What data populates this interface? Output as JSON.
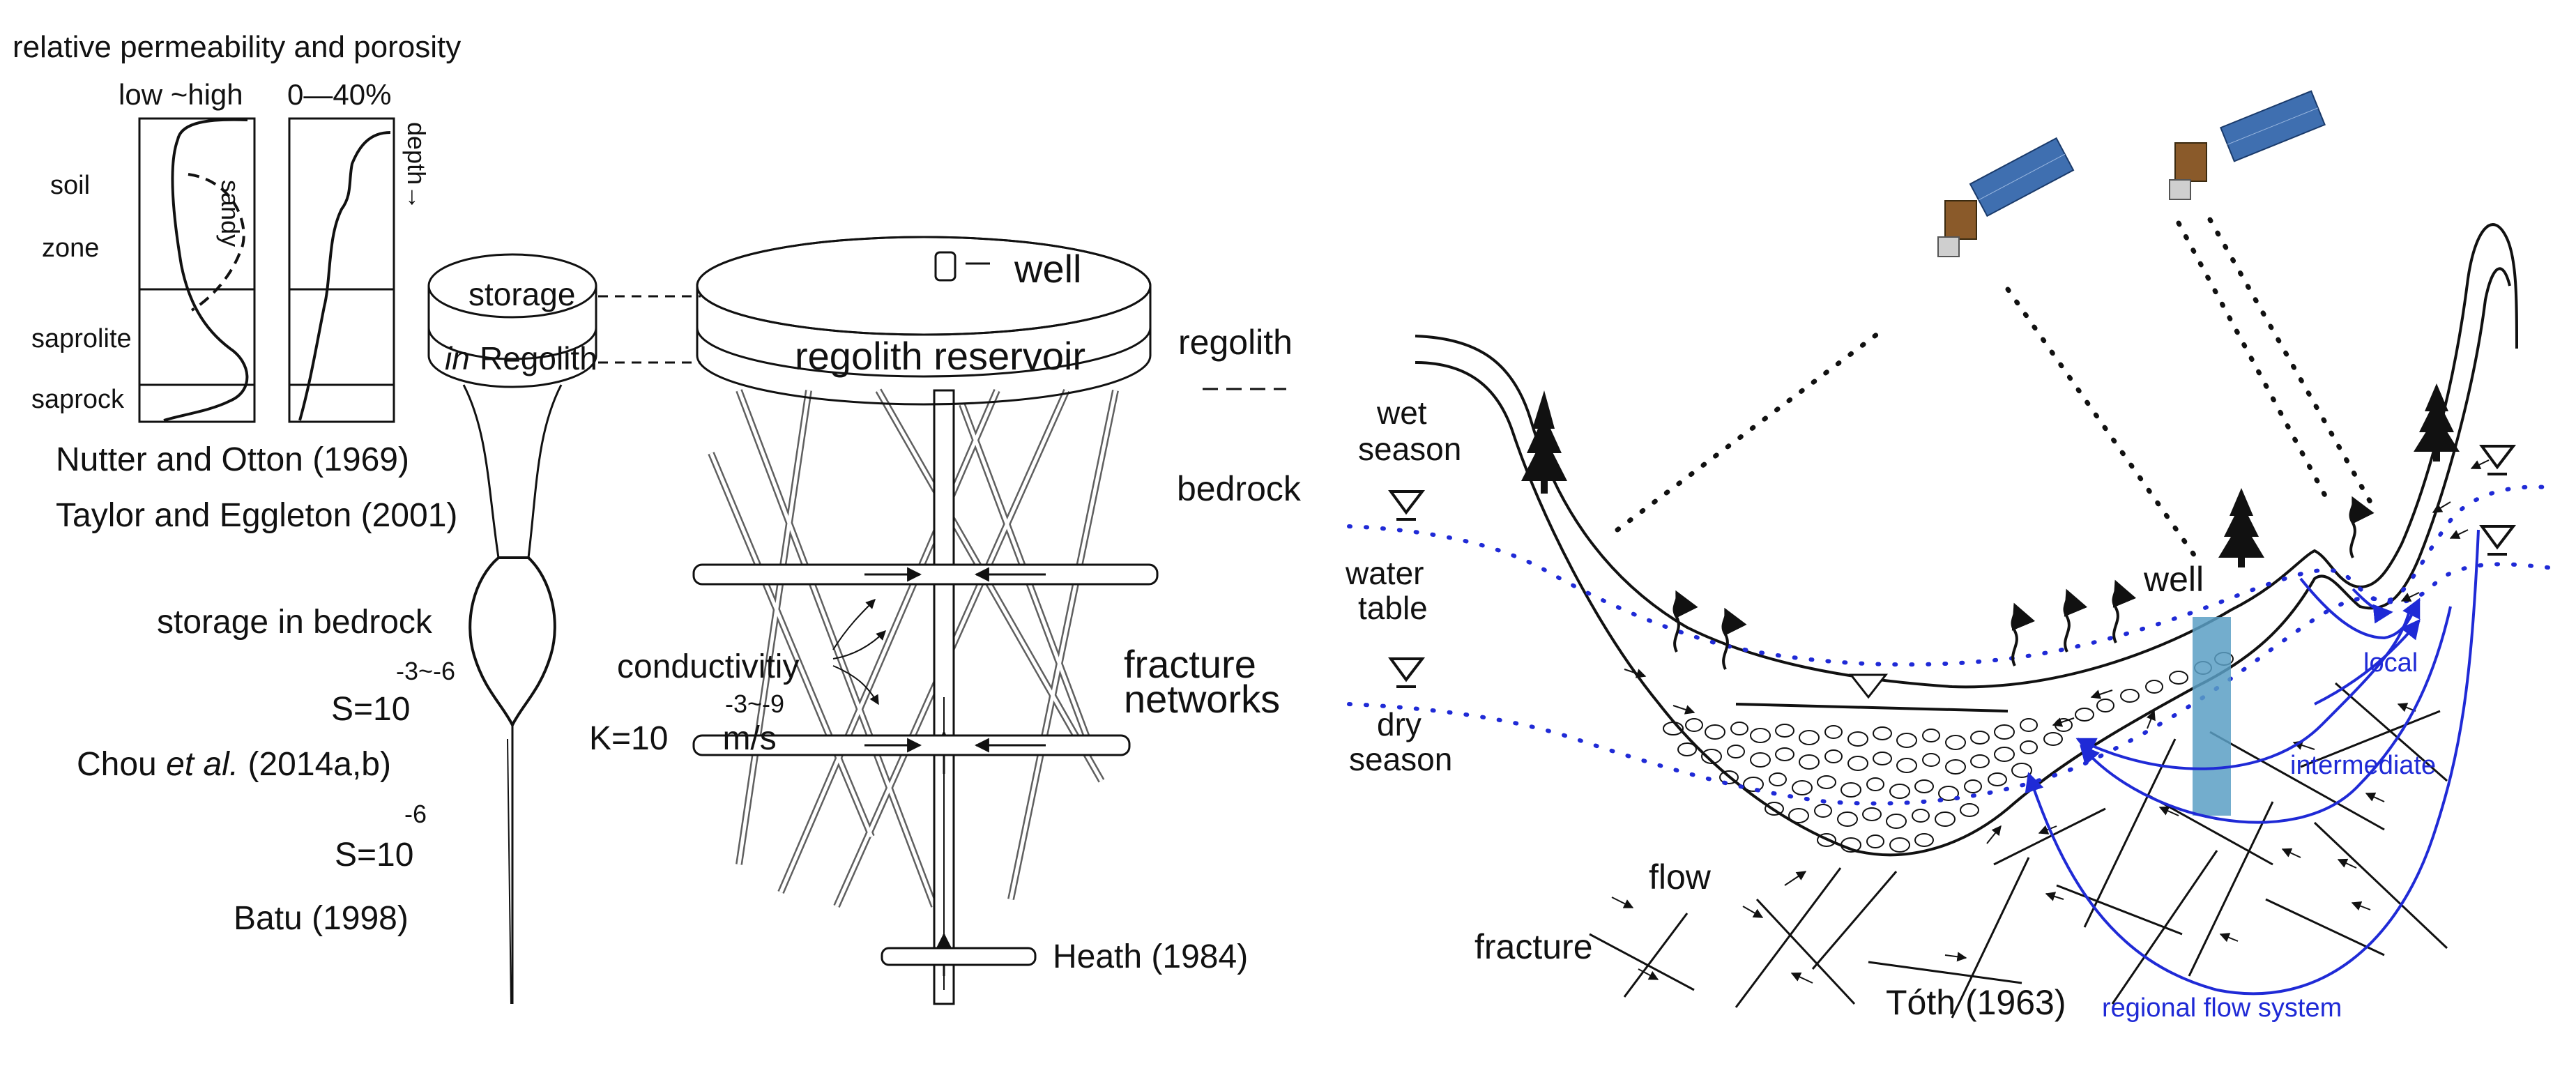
{
  "profile": {
    "title": "relative permeability and porosity",
    "perm_scale": "low ~high",
    "poro_scale": "0—40%",
    "depth_label": "depth→",
    "sandy_label": "sandy",
    "zones": [
      "soil",
      "zone",
      "saprolite",
      "saprock"
    ]
  },
  "references_left": {
    "nutter": "Nutter and Otton (1969)",
    "taylor": "Taylor and Eggleton (2001)"
  },
  "storage_model": {
    "storage_top_line1": "storage",
    "storage_top_italic": "in",
    "storage_top_line2": "Regolith",
    "storage_bedrock": "storage in bedrock",
    "s1_base": "S=10",
    "s1_exp": "-3~-6",
    "chou_prefix": "Chou ",
    "chou_italic": "et al.",
    "chou_suffix": " (2014a,b)",
    "s2_base": "S=10",
    "s2_exp": "-6",
    "batu": "Batu (1998)"
  },
  "reservoir_model": {
    "well": "well",
    "regolith_reservoir": "regolith reservoir",
    "conductivity": "conductivitiy",
    "k_base": "K=10",
    "k_exp": "-3~-9",
    "k_unit": "m/s",
    "regolith": "regolith",
    "bedrock": "bedrock",
    "fracture_networks_1": "fracture",
    "fracture_networks_2": "networks",
    "heath": "Heath (1984)"
  },
  "cross_section": {
    "wet_season": [
      "wet",
      "season"
    ],
    "water_table": [
      "water",
      "table"
    ],
    "dry_season": [
      "dry",
      "season"
    ],
    "well": "well",
    "local": "local",
    "intermediate": "intermediate",
    "regional": "regional flow system",
    "flow": "flow",
    "fracture": "fracture",
    "toth": "Tóth (1963)"
  },
  "colors": {
    "ink": "#111111",
    "flow_blue": "#1f2ad6",
    "well_fill": "#5a9fc4",
    "satellite_panel": "#3f6fb0",
    "satellite_body": "#8a5a2a"
  }
}
